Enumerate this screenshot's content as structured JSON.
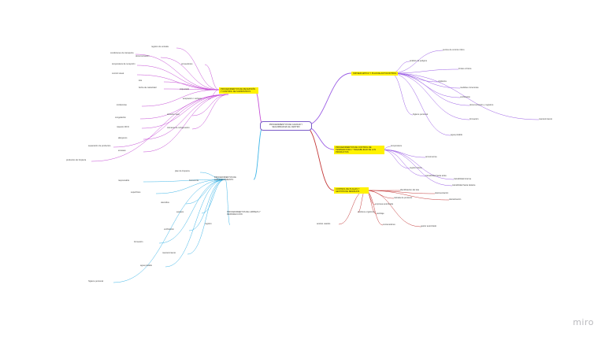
{
  "brand": "miro",
  "colors": {
    "purple": "#c64fd6",
    "violet": "#9b5de5",
    "blue": "#3fb6e8",
    "darkred": "#c43a3a",
    "gray": "#9a9a9a",
    "highlight": "#fff200"
  },
  "center": {
    "label": "PROCEDIMIENTOS DE CALIDAD Y SEGURIDAD EN EL CENTRO"
  },
  "branches": {
    "top_left_main": "PROCEDIMIENTOS DE RECEPCIÓN Y CONTROL DE SUMINISTROS",
    "mid_left_main": "PROCEDIMIENTOS DE ALMACENAMIENTO",
    "low_left_main": "PROCEDIMIENTOS DE LIMPIEZA Y DESINFECCIÓN",
    "top_right_main": "SISTEMA APPCC Y PLAN DE AUTOCONTROL",
    "mid_right_main": "PROCEDIMIENTOS DE CONTROL DE TEMPERATURA Y TRAZABILIDAD DE LOS PRODUCTOS",
    "low_right_main": "CONTROL DE PLAGAS Y GESTIÓN DE RESIDUOS"
  },
  "nodes": {
    "n1": "proveedores",
    "n2": "registro de entrada",
    "n3": "documentación",
    "n4": "condiciones de transporte",
    "n5": "temperatura de recepción",
    "n6": "control visual",
    "n7": "etiquetado",
    "n8": "lote",
    "n9": "fecha de caducidad",
    "n10": "aceptación / rechazo",
    "n11": "incidencias",
    "n12": "almacén seco",
    "n13": "cámaras de refrigeración",
    "n14": "congelación",
    "n15": "rotación FIFO",
    "n16": "separación de productos",
    "n17": "alérgenos",
    "n18": "envases",
    "n19": "productos de limpieza",
    "n20": "plan de limpieza",
    "n21": "frecuencia",
    "n22": "responsable",
    "n23": "superficies",
    "n24": "utensilios",
    "n25": "equipos",
    "n26": "registro",
    "n27": "análisis de peligros",
    "n28": "puntos de control crítico",
    "n29": "límites críticos",
    "n30": "vigilancia",
    "n31": "medidas correctoras",
    "n32": "verificación",
    "n33": "documentación y registros",
    "n34": "higiene personal",
    "n35": "formación",
    "n36": "agua potable",
    "n37": "mantenimiento",
    "n38": "temperatura",
    "n39": "termómetros",
    "n40": "registro diario",
    "n41": "trazabilidad hacia atrás",
    "n42": "trazabilidad interna",
    "n43": "trazabilidad hacia delante",
    "n44": "identificación del lote",
    "n45": "retirada de producto",
    "n46": "desinsectación",
    "n47": "desratización",
    "n48": "empresa autorizada",
    "n49": "residuos orgánicos",
    "n50": "reciclaje",
    "n51": "aceites usados",
    "n52": "contenedores",
    "n53": "gestor autorizado"
  }
}
